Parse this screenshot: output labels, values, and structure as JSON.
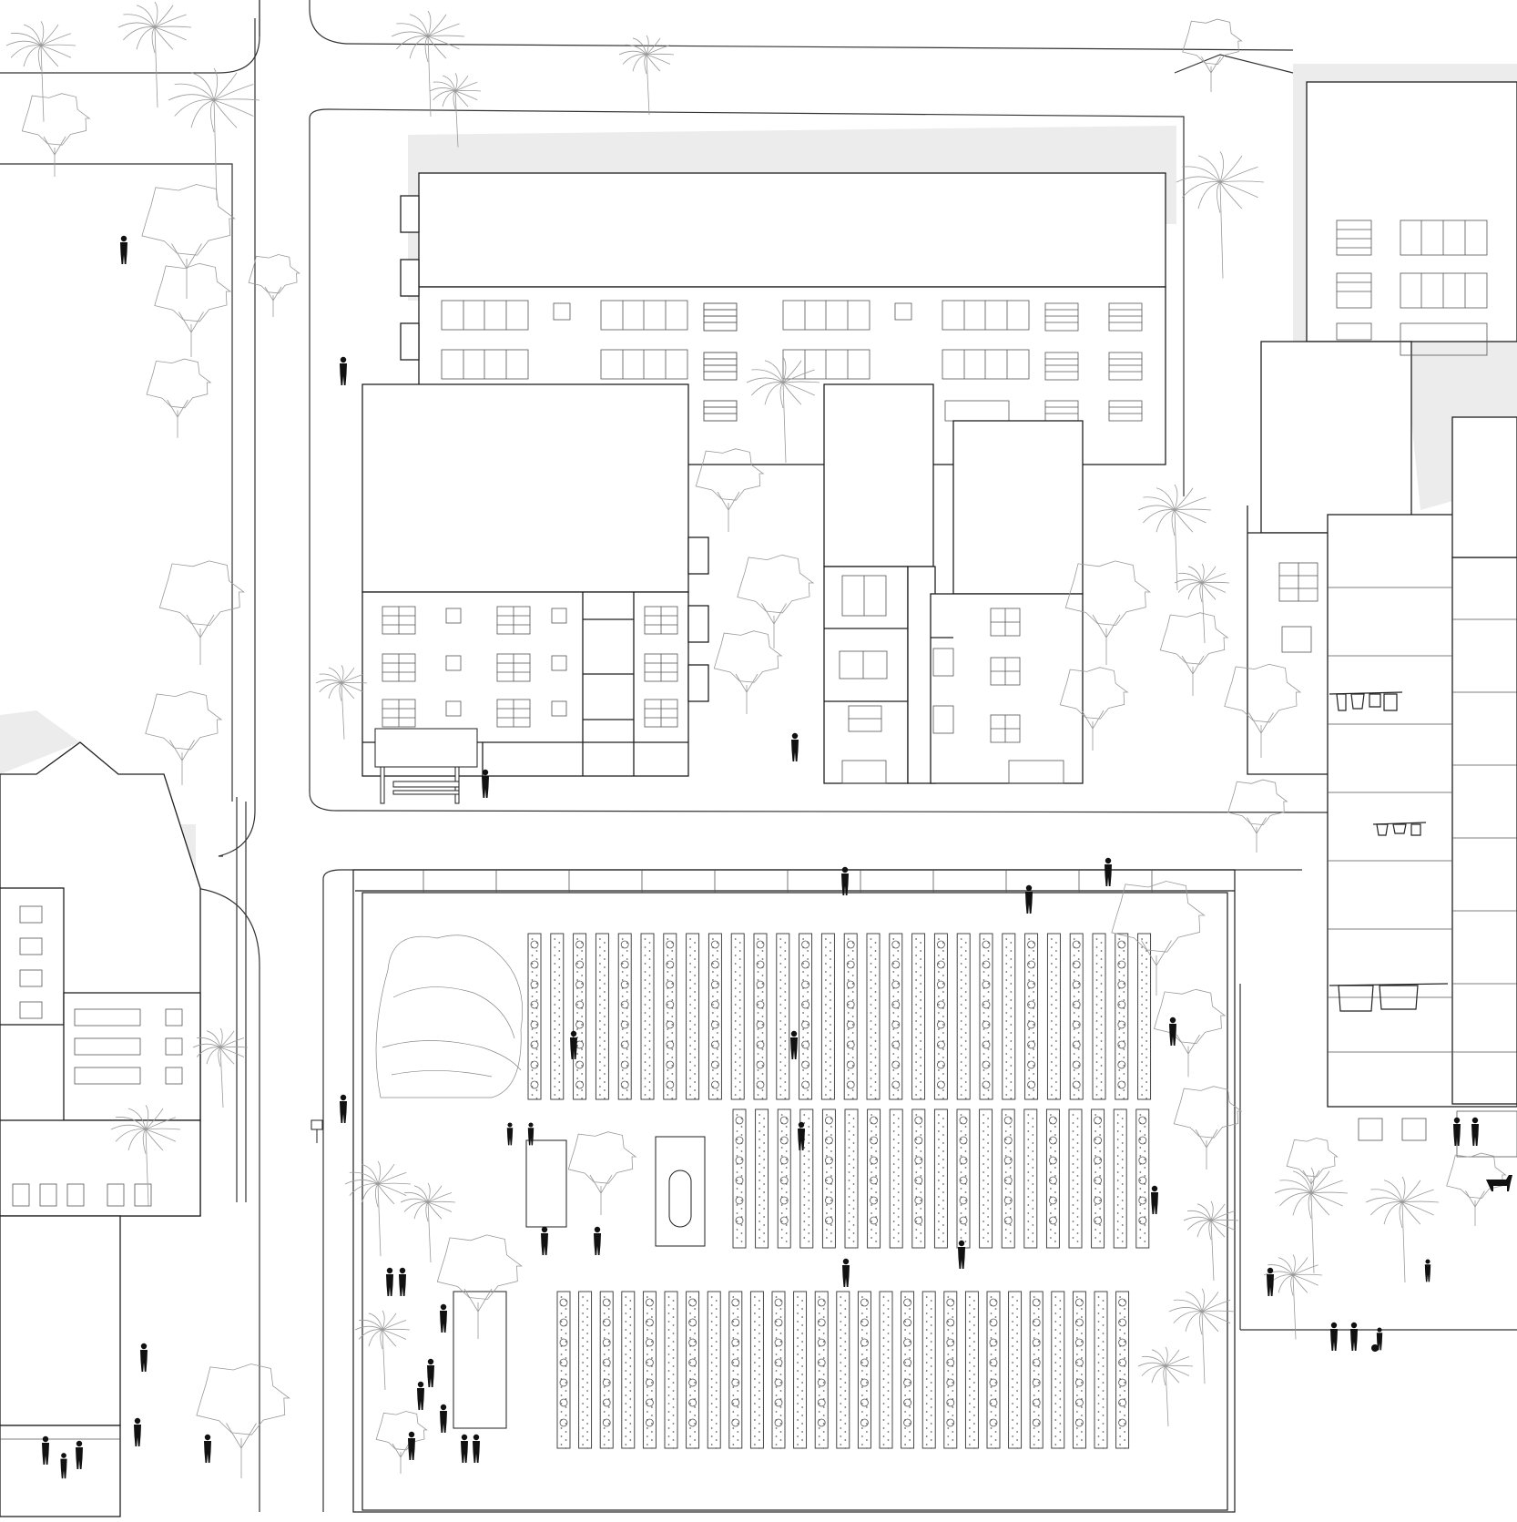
{
  "drawing": {
    "type": "architectural-site-elevation-plan",
    "background": "#ffffff",
    "line_color": "#1f1f1f",
    "shadow_color": "#ececec",
    "vegetation_color": "#9a9a9a",
    "figure_color": "#111111"
  },
  "labels": [],
  "garden": {
    "bed_rows": [
      {
        "name": "upper-bed-row",
        "bed_count": 28
      },
      {
        "name": "middle-bed-row",
        "bed_count": 19
      },
      {
        "name": "lower-bed-row",
        "bed_count": 27
      }
    ]
  }
}
